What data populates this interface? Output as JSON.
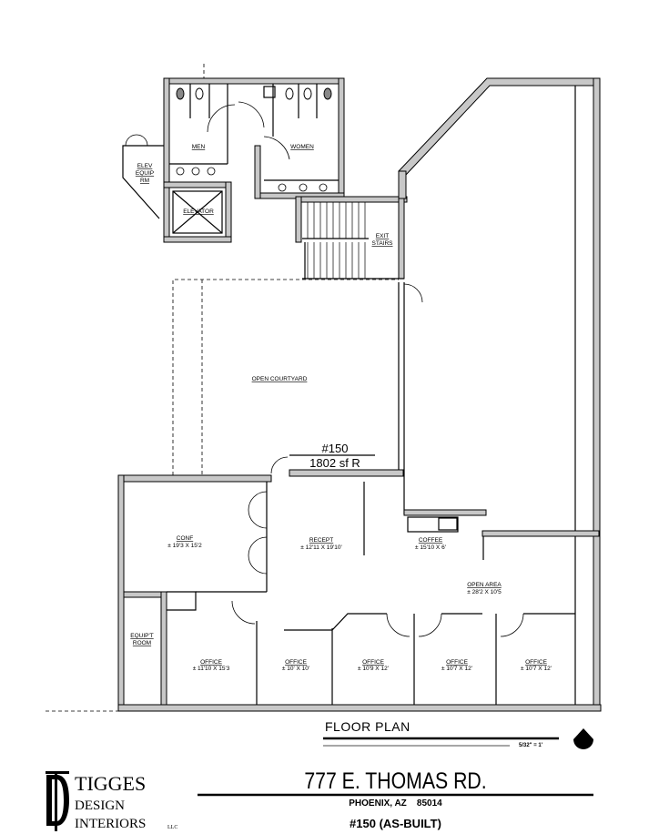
{
  "plan": {
    "suite_label": "#150",
    "area_label": "1802 sf R",
    "rooms": {
      "men": "MEN",
      "women": "WOMEN",
      "elev_equip": [
        "ELEV",
        "EQUIP",
        "RM"
      ],
      "elevator": "ELEVATOR",
      "exit_stairs": [
        "EXIT",
        "STAIRS"
      ],
      "courtyard": "OPEN COURTYARD",
      "conf": {
        "name": "CONF",
        "dims": "± 19'3 X 15'2"
      },
      "recept": {
        "name": "RECEPT",
        "dims": "± 12'11 X 19'10'"
      },
      "coffee": {
        "name": "COFFEE",
        "dims": "± 15'10 X 6'"
      },
      "open_area": {
        "name": "OPEN AREA",
        "dims": "± 28'2 X 10'5"
      },
      "equip_room": [
        "EQUIP'T",
        "ROOM"
      ],
      "offices": [
        {
          "name": "OFFICE",
          "dims": "± 11'10 X 15'3"
        },
        {
          "name": "OFFICE",
          "dims": "± 10' X 10'"
        },
        {
          "name": "OFFICE",
          "dims": "± 10'9 X 12'"
        },
        {
          "name": "OFFICE",
          "dims": "± 10'7 X 12'"
        },
        {
          "name": "OFFICE",
          "dims": "± 10'7 X 12'"
        }
      ]
    }
  },
  "title_block": {
    "heading": "FLOOR PLAN",
    "scale": "5/32\" = 1'",
    "north_icon": "north-arrow-icon",
    "address": "777 E. THOMAS RD.",
    "city": "PHOENIX, AZ",
    "zip": "85014",
    "suite": "#150 (AS-BUILT)"
  },
  "logo": {
    "line1": "TIGGES",
    "line2": "DESIGN",
    "line3": "INTERIORS",
    "suffix": "LLC"
  }
}
